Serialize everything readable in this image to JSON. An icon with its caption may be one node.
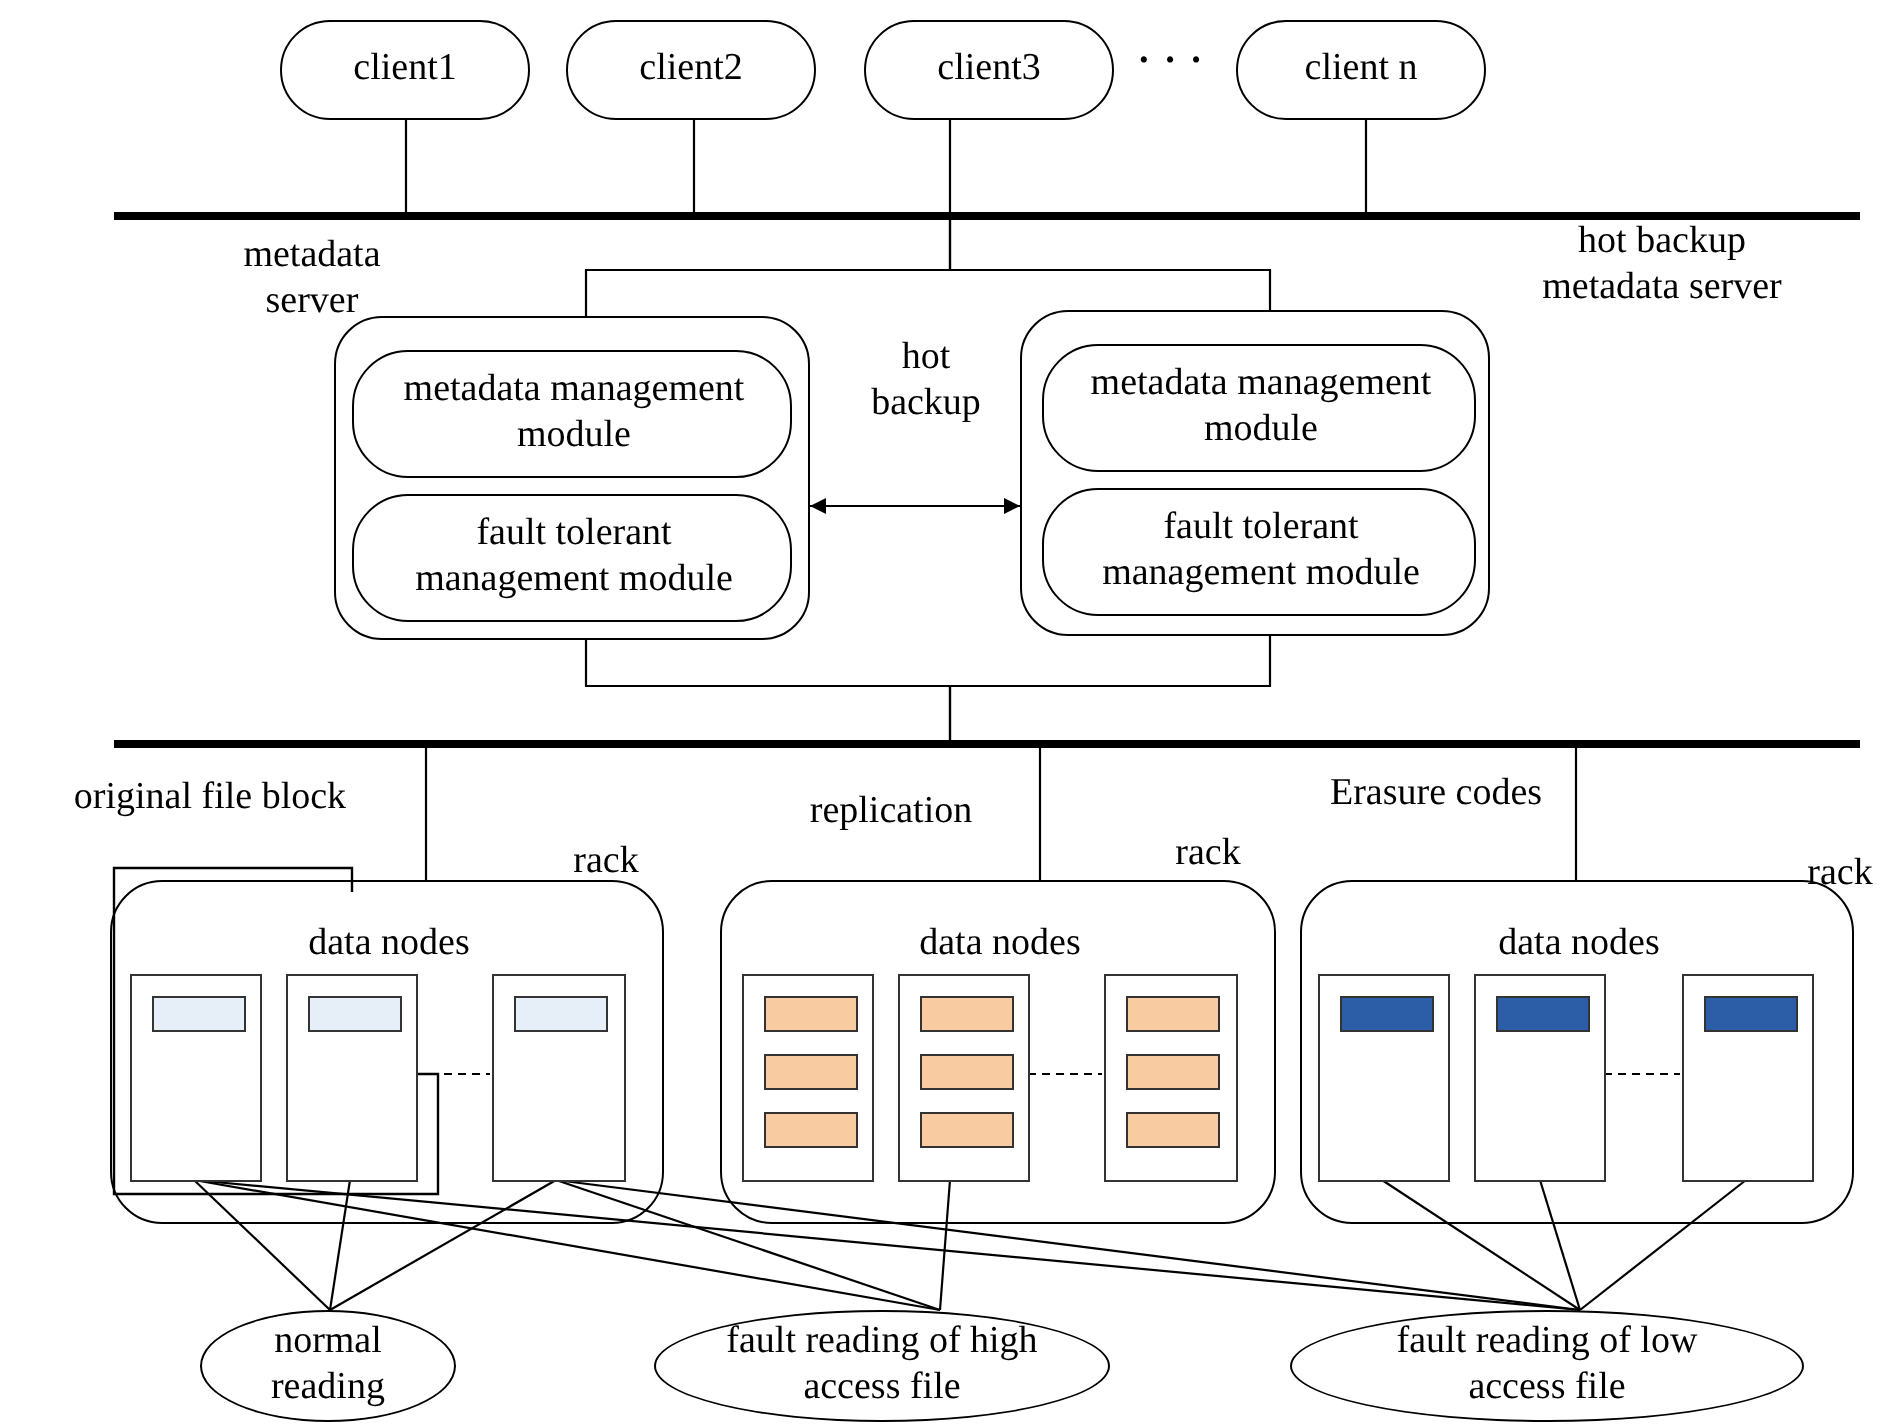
{
  "diagram": {
    "nodes": [
      {
        "text": [
          "client1"
        ]
      },
      {
        "text": [
          "client2"
        ]
      },
      {
        "text": [
          "client3"
        ]
      },
      {
        "text": [
          "client n"
        ]
      },
      {
        "text": [],
        "shape": "bar"
      },
      {
        "text": [
          "metadata server"
        ]
      },
      {
        "text": [
          "metadata management module"
        ],
        "in": 5
      },
      {
        "text": [
          "fault tolerant management module"
        ],
        "in": 5
      },
      {
        "text": [
          "hot backup metadata server"
        ]
      },
      {
        "text": [
          "metadata management module"
        ],
        "in": 8
      },
      {
        "text": [
          "fault tolerant management module"
        ],
        "in": 8
      },
      {
        "text": [],
        "shape": "bar"
      },
      {
        "text": [
          "data nodes"
        ],
        "beside": [
          "rack"
        ]
      },
      {
        "text": [],
        "shape": "box",
        "in": 12
      },
      {
        "text": [],
        "shape": "box",
        "in": 12
      },
      {
        "text": [],
        "shape": "box",
        "in": 12
      },
      {
        "text": [
          "data nodes"
        ],
        "beside": [
          "rack"
        ]
      },
      {
        "text": [],
        "shape": "box",
        "in": 16
      },
      {
        "text": [],
        "shape": "box",
        "in": 16
      },
      {
        "text": [],
        "shape": "box",
        "in": 16
      },
      {
        "text": [
          "data nodes"
        ],
        "beside": [
          "rack"
        ]
      },
      {
        "text": [],
        "shape": "box",
        "in": 20
      },
      {
        "text": [],
        "shape": "box",
        "in": 20
      },
      {
        "text": [],
        "shape": "box",
        "in": 20
      },
      {
        "text": [
          "normal reading"
        ]
      },
      {
        "text": [
          "fault reading of high access file"
        ]
      },
      {
        "text": [
          "fault reading of low access file"
        ]
      }
    ],
    "edges": [
      {
        "from": 0,
        "to": 4,
        "arrow": "none"
      },
      {
        "from": 1,
        "to": 4,
        "arrow": "none"
      },
      {
        "from": 2,
        "to": 4,
        "arrow": "none"
      },
      {
        "from": 3,
        "to": 4,
        "arrow": "none"
      },
      {
        "from": 4,
        "to": 5,
        "arrow": "none"
      },
      {
        "from": 4,
        "to": 8,
        "arrow": "none"
      },
      {
        "from": 5,
        "to": 8,
        "arrow": "both",
        "label": "hot backup"
      },
      {
        "from": 5,
        "to": 11,
        "arrow": "none"
      },
      {
        "from": 8,
        "to": 11,
        "arrow": "none"
      },
      {
        "from": 11,
        "to": 12,
        "arrow": "none"
      },
      {
        "from": 11,
        "to": 16,
        "arrow": "none"
      },
      {
        "from": 11,
        "to": 20,
        "arrow": "none"
      },
      {
        "from": 14,
        "to": 15,
        "arrow": "none",
        "style": "dashed"
      },
      {
        "from": 18,
        "to": 19,
        "arrow": "none",
        "style": "dashed"
      },
      {
        "from": 22,
        "to": 23,
        "arrow": "none",
        "style": "dashed"
      },
      {
        "from": 13,
        "to": 24,
        "arrow": "none"
      },
      {
        "from": 14,
        "to": 24,
        "arrow": "none"
      },
      {
        "from": 15,
        "to": 24,
        "arrow": "none"
      },
      {
        "from": 13,
        "to": 25,
        "arrow": "none"
      },
      {
        "from": 15,
        "to": 25,
        "arrow": "none"
      },
      {
        "from": 18,
        "to": 25,
        "arrow": "none"
      },
      {
        "from": 13,
        "to": 26,
        "arrow": "none"
      },
      {
        "from": 15,
        "to": 26,
        "arrow": "none"
      },
      {
        "from": 21,
        "to": 26,
        "arrow": "none"
      },
      {
        "from": 22,
        "to": 26,
        "arrow": "none"
      },
      {
        "from": 23,
        "to": 26,
        "arrow": "none"
      }
    ],
    "labels": [
      "· · ·",
      "original file block",
      "replication",
      "Erasure codes"
    ]
  }
}
